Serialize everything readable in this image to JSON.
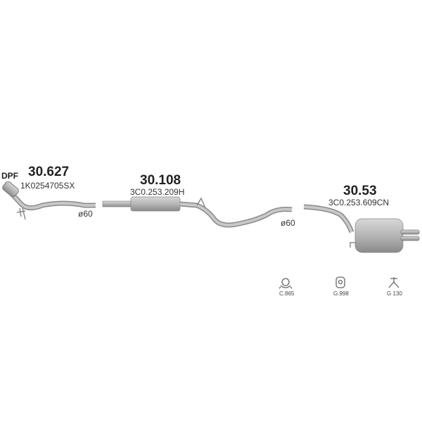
{
  "parts": [
    {
      "label": "DPF",
      "number": "30.627",
      "code": "1K0254705SX",
      "diameter": "ø60"
    },
    {
      "number": "30.108",
      "code": "3C0.253.209H",
      "diameter": "ø60"
    },
    {
      "number": "30.53",
      "code": "3C0.253.609CN"
    }
  ],
  "accessories": [
    {
      "code": "C.865",
      "icon": "clamp-icon"
    },
    {
      "code": "G.998",
      "icon": "rubber-mount-icon"
    },
    {
      "code": "G 130",
      "icon": "hanger-icon"
    }
  ],
  "colors": {
    "pipe": "#a9a9a9",
    "pipe_dark": "#7d7d7d",
    "text": "#222222"
  }
}
